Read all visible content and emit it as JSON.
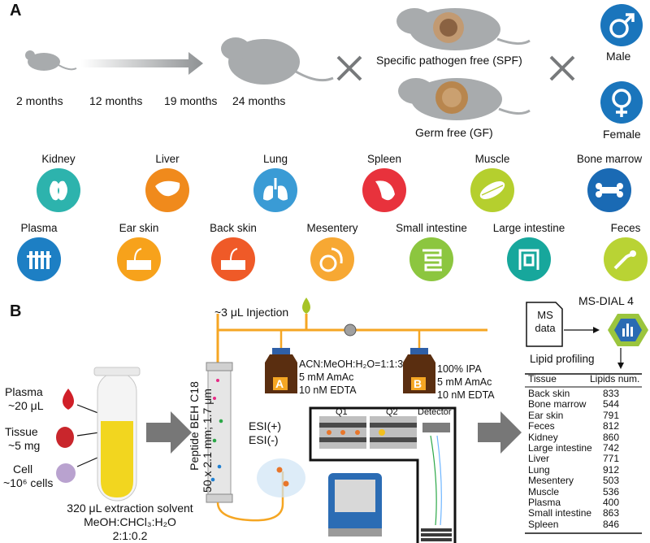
{
  "panel_a": {
    "letter": "A",
    "ages": [
      "2 months",
      "12 months",
      "19 months",
      "24 months"
    ],
    "conditions": [
      "Specific pathogen free (SPF)",
      "Germ free (GF)"
    ],
    "sexes": [
      "Male",
      "Female"
    ],
    "tissues_row1": [
      "Kidney",
      "Liver",
      "Lung",
      "Spleen",
      "Muscle",
      "Bone marrow"
    ],
    "tissues_row2": [
      "Plasma",
      "Ear skin",
      "Back skin",
      "Mesentery",
      "Small intestine",
      "Large intestine",
      "Feces"
    ],
    "colors_row1": [
      "#2db3ad",
      "#f08a1c",
      "#3a9bd5",
      "#e8323c",
      "#b5cf2e",
      "#1a6ab4"
    ],
    "colors_row2": [
      "#1d7fc4",
      "#f7a21b",
      "#ef5a28",
      "#f7a833",
      "#8cc63f",
      "#17a79c",
      "#b9d334"
    ]
  },
  "panel_b": {
    "letter": "B",
    "samples": [
      {
        "name": "Plasma",
        "amount": "~20 μL"
      },
      {
        "name": "Tissue",
        "amount": "~5 mg"
      },
      {
        "name": "Cell",
        "amount": "~10⁶ cells"
      }
    ],
    "extraction": [
      "320 μL extraction solvent",
      "MeOH:CHCl₃:H₂O",
      "2:1:0.2"
    ],
    "injection": "~3 μL Injection",
    "column": "Peptide BEH C18",
    "column_dims": "50 x 2.1 mm; 1.7 μm",
    "solvent_a": {
      "letter": "A",
      "lines": [
        "ACN:MeOH:H₂O=1:1:3",
        "5 mM AmAc",
        "10 nM EDTA"
      ]
    },
    "solvent_b": {
      "letter": "B",
      "lines": [
        "100% IPA",
        "5 mM AmAc",
        "10 nM EDTA"
      ]
    },
    "esi": [
      "ESI(+)",
      "ESI(-)"
    ],
    "ms_parts": [
      "Q1",
      "Q2",
      "Detector"
    ],
    "ms_data": [
      "MS",
      "data"
    ],
    "software": "MS-DIAL 4",
    "profiling": "Lipid profiling",
    "table": {
      "headers": [
        "Tissue",
        "Lipids num."
      ],
      "rows": [
        [
          "Back skin",
          "833"
        ],
        [
          "Bone marrow",
          "544"
        ],
        [
          "Ear skin",
          "791"
        ],
        [
          "Feces",
          "812"
        ],
        [
          "Kidney",
          "860"
        ],
        [
          "Large intestine",
          "742"
        ],
        [
          "Liver",
          "771"
        ],
        [
          "Lung",
          "912"
        ],
        [
          "Mesentery",
          "503"
        ],
        [
          "Muscle",
          "536"
        ],
        [
          "Plasma",
          "400"
        ],
        [
          "Small intestine",
          "863"
        ],
        [
          "Spleen",
          "846"
        ]
      ]
    }
  }
}
